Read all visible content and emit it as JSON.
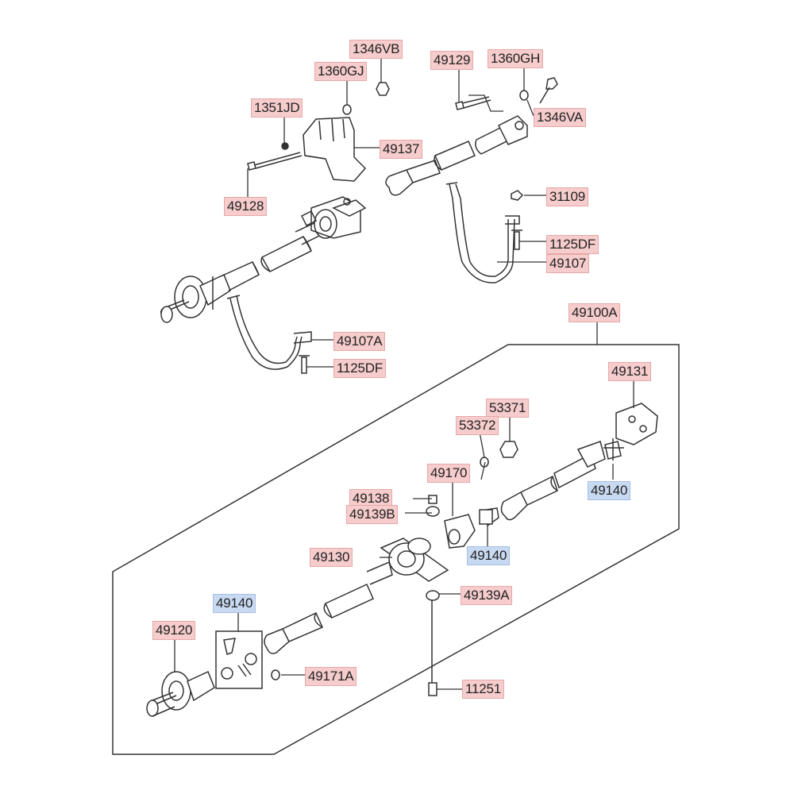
{
  "colors": {
    "callout_part": "#f6cccc",
    "callout_kit": "#c8daf2",
    "line": "#333333"
  },
  "labels": {
    "p1346VB": "1346VB",
    "p1360GJ": "1360GJ",
    "p49129": "49129",
    "p1360GH": "1360GH",
    "p1351JD": "1351JD",
    "p1346VA": "1346VA",
    "p49137": "49137",
    "p49128": "49128",
    "p31109": "31109",
    "p1125DF_top": "1125DF",
    "p49107": "49107",
    "p49107A": "49107A",
    "p1125DF_mid": "1125DF",
    "p49100A": "49100A",
    "p49131": "49131",
    "p53371": "53371",
    "p53372": "53372",
    "p49170": "49170",
    "p49140_right": "49140",
    "p49138": "49138",
    "p49139B": "49139B",
    "p49140_mid": "49140",
    "p49130": "49130",
    "p49139A": "49139A",
    "p49140_left": "49140",
    "p49120": "49120",
    "p49171A": "49171A",
    "p11251": "11251"
  }
}
